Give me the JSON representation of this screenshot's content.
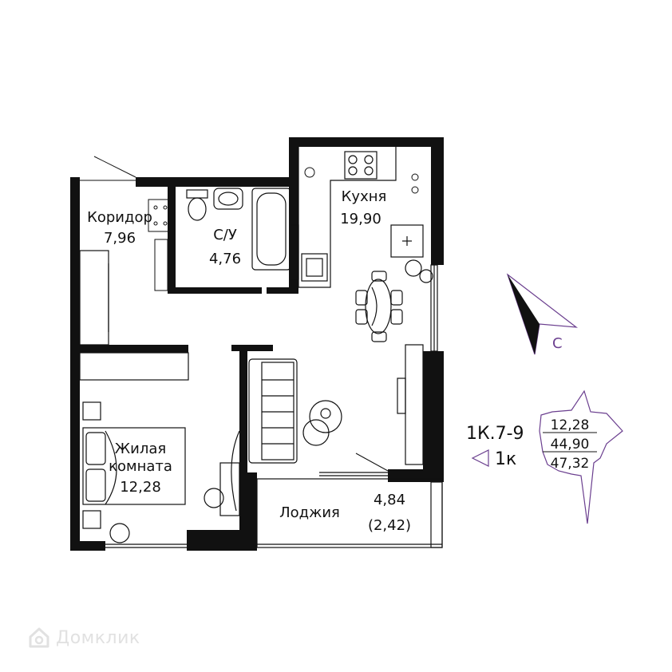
{
  "rooms": {
    "corridor": {
      "name": "Коридор",
      "area": "7,96"
    },
    "bathroom": {
      "name": "С/У",
      "area": "4,76"
    },
    "kitchen": {
      "name": "Кухня",
      "area": "19,90"
    },
    "living": {
      "name_line1": "Жилая",
      "name_line2": "комната",
      "area": "12,28"
    },
    "loggia": {
      "name": "Лоджия",
      "area": "4,84",
      "area_reduced": "(2,42)"
    }
  },
  "unit": {
    "code": "1К.7-9",
    "type": "1к",
    "areas": {
      "living": "12,28",
      "useful": "44,90",
      "total": "47,32"
    }
  },
  "compass": {
    "label": "С"
  },
  "watermark": {
    "text": "Домклик"
  },
  "colors": {
    "wall": "#111111",
    "stamp": "#6b3f8f",
    "watermark": "#c9c9c9"
  }
}
